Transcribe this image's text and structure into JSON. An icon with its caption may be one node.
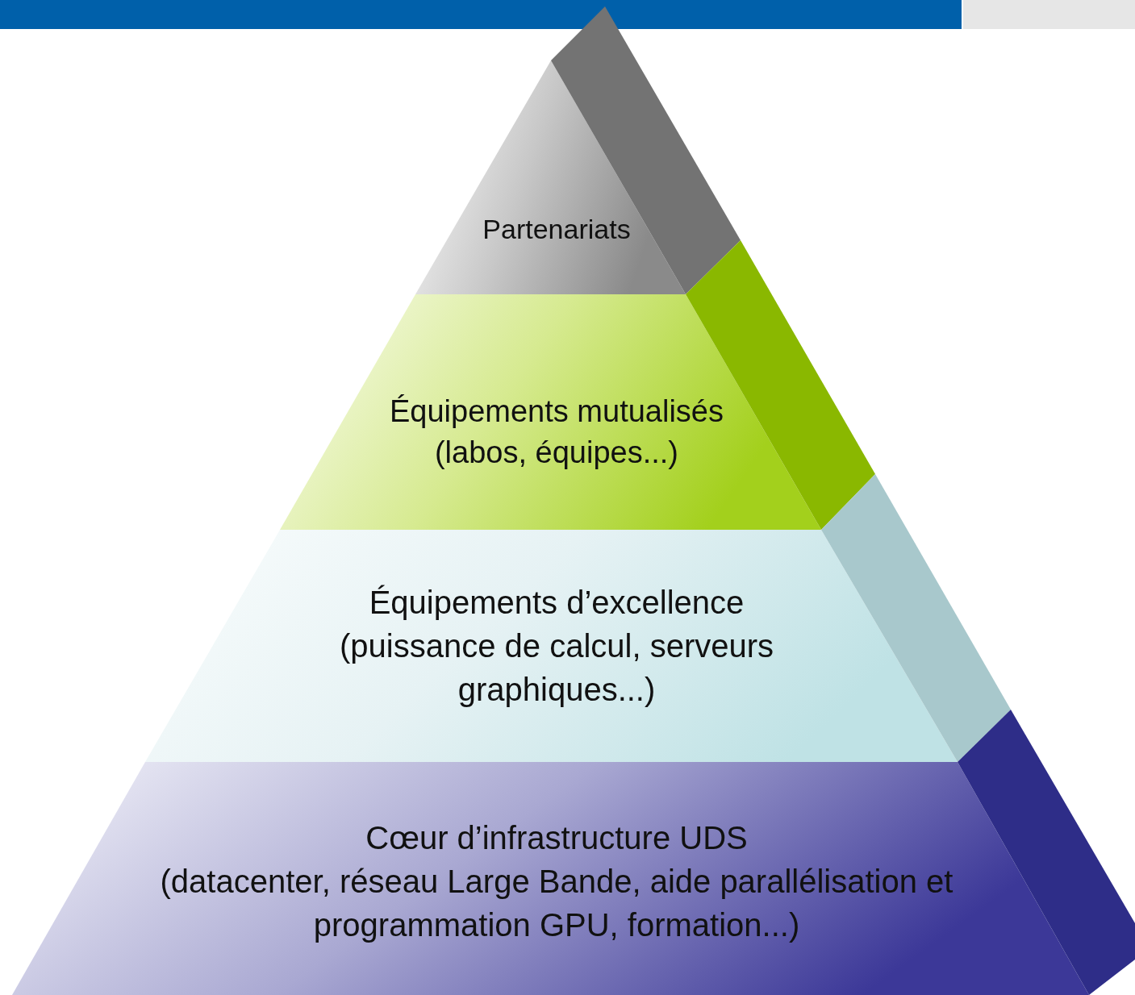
{
  "diagram": {
    "nodes": [
      {
        "text": [
          "Partenariats"
        ]
      },
      {
        "text": [
          "Équipements mutualisés",
          "(labos, équipes...)"
        ]
      },
      {
        "text": [
          "Équipements d’excellence",
          "(puissance de calcul, serveurs graphiques...)"
        ]
      },
      {
        "text": [
          "Cœur d’infrastructure UDS",
          "(datacenter, réseau Large Bande, aide parallélisation et programmation GPU, formation...)"
        ]
      }
    ]
  }
}
